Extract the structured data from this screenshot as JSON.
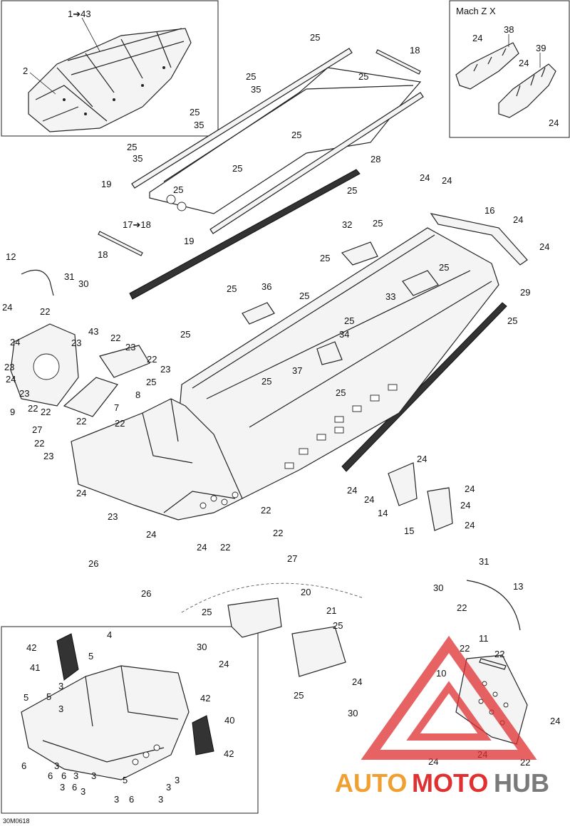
{
  "diagram_code": "30M0618",
  "inset_title": "Mach Z X",
  "watermark": {
    "auto": "AUTO",
    "moto": "MOTO",
    "hub": "HUB"
  },
  "colors": {
    "watermark_red": "#e03030",
    "watermark_orange": "#f0a030",
    "watermark_gray": "#7a7a7a"
  },
  "labels": {
    "top_left_range": "1➔43",
    "top_left_2": "2",
    "mach_24a": "24",
    "mach_38": "38",
    "mach_24b": "24",
    "mach_39": "39",
    "mach_24c": "24",
    "t25a": "25",
    "t18a": "18",
    "t25b": "25",
    "t35a": "35",
    "t25c": "25",
    "t25d": "25",
    "t35b": "35",
    "t25e": "25",
    "t25f": "25",
    "t35c": "35",
    "t25g": "25",
    "t28": "28",
    "t19a": "19",
    "t25h": "25",
    "t25i": "25",
    "t17_18": "17➔18",
    "t19b": "19",
    "t18b": "18",
    "t24a": "24",
    "t24b": "24",
    "t16": "16",
    "t24c": "24",
    "t24d": "24",
    "t32": "32",
    "t25j": "25",
    "t25k": "25",
    "t12": "12",
    "t31a": "31",
    "t30a": "30",
    "t24e": "24",
    "t22a": "22",
    "t25l": "25",
    "t36": "36",
    "t25m": "25",
    "t25n": "25",
    "t33": "33",
    "t29": "29",
    "t25o": "25",
    "t25p": "25",
    "t34": "34",
    "t43": "43",
    "t23a": "23",
    "t24f": "24",
    "t25q": "25",
    "t22b": "22",
    "t23b": "23",
    "t22c": "22",
    "t23c": "23",
    "t23d": "23",
    "t24g": "24",
    "t8": "8",
    "t37": "37",
    "t25r": "25",
    "t25s": "25",
    "t23e": "23",
    "t22d": "22",
    "t22e": "22",
    "t7": "7",
    "t9": "9",
    "t25t": "25",
    "t27a": "27",
    "t22f": "22",
    "t22g": "22",
    "t22h": "22",
    "t23f": "23",
    "t24h": "24",
    "t24i": "24",
    "t24j": "24",
    "t14": "14",
    "t24k": "24",
    "t24l": "24",
    "t15": "15",
    "t24m": "24",
    "t24n": "24",
    "t23g": "23",
    "t22i": "22",
    "t24o": "24",
    "t24p": "24",
    "t22j": "22",
    "t22k": "22",
    "t26a": "26",
    "t27b": "27",
    "t26b": "26",
    "t20": "20",
    "t25u": "25",
    "t21": "21",
    "t30b": "30",
    "t25v": "25",
    "t24q": "24",
    "t31b": "31",
    "t30c": "30",
    "t13": "13",
    "t22l": "22",
    "t25w": "25",
    "t24r": "24",
    "t30d": "30",
    "t11": "11",
    "t22m": "22",
    "t22n": "22",
    "t10": "10",
    "t24s": "24",
    "t24t": "24",
    "t24u": "24",
    "t22o": "22",
    "b42a": "42",
    "b4": "4",
    "b41": "41",
    "b5a": "5",
    "b3a": "3",
    "b5b": "5",
    "b5c": "5",
    "b3b": "3",
    "b42b": "42",
    "b40": "40",
    "b42c": "42",
    "b6a": "6",
    "b3c": "3",
    "b3d": "3",
    "b6b": "6",
    "b6c": "6",
    "b3e": "3",
    "b3f": "3",
    "b5d": "5",
    "b3g": "3",
    "b3h": "3",
    "b6d": "6",
    "b3i": "3",
    "b3j": "3",
    "b6e": "6",
    "b3k": "3"
  }
}
